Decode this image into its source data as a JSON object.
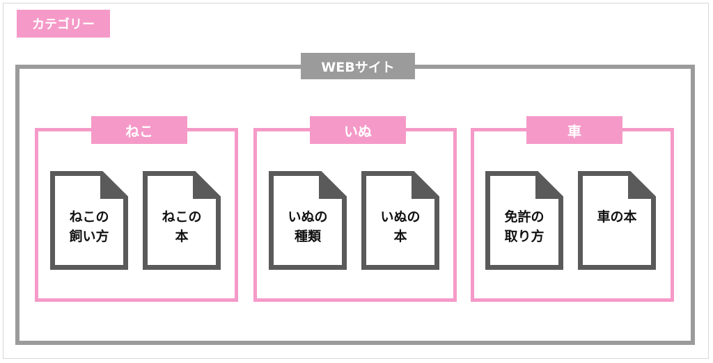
{
  "legend": {
    "label": "カテゴリー"
  },
  "site": {
    "label": "WEBサイト"
  },
  "categories": [
    {
      "label": "ねこ",
      "docs": [
        "ねこの\n飼い方",
        "ねこの\n本"
      ]
    },
    {
      "label": "いぬ",
      "docs": [
        "いぬの\n種類",
        "いぬの\n本"
      ]
    },
    {
      "label": "車",
      "docs": [
        "免許の\n取り方",
        "車の本"
      ]
    }
  ],
  "colors": {
    "category": "#f59ac8",
    "site": "#9b9b9b",
    "doc": "#5a5a5a"
  }
}
